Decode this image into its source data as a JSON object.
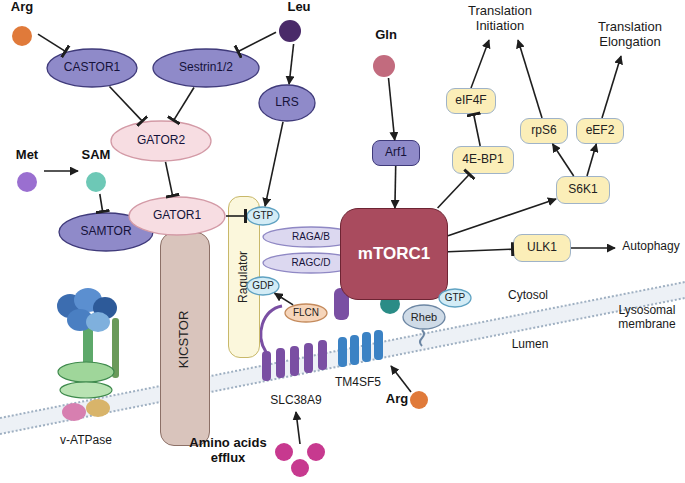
{
  "diagram": {
    "nodes": [
      {
        "text": [
          "Arg"
        ]
      },
      {
        "text": [
          "CASTOR1"
        ]
      },
      {
        "text": [
          "Sestrin1/2"
        ]
      },
      {
        "text": [
          "Leu"
        ]
      },
      {
        "text": [
          "LRS"
        ]
      },
      {
        "text": [
          "Gln"
        ]
      },
      {
        "text": [
          "Arf1"
        ]
      },
      {
        "text": [
          "GATOR2"
        ]
      },
      {
        "text": [
          "Met"
        ]
      },
      {
        "text": [
          "SAM"
        ]
      },
      {
        "text": [
          "SAMTOR"
        ]
      },
      {
        "text": [
          "GATOR1"
        ]
      },
      {
        "text": [
          "KICSTOR"
        ]
      },
      {
        "text": [
          "Ragulator"
        ]
      },
      {
        "text": [
          "GTP"
        ]
      },
      {
        "text": [
          "RAGA/B"
        ]
      },
      {
        "text": [
          "RAGC/D"
        ]
      },
      {
        "text": [
          "GDP"
        ]
      },
      {
        "text": [
          "FLCN"
        ]
      },
      {
        "text": [
          "mTORC1"
        ]
      },
      {
        "text": [
          "Rheb"
        ]
      },
      {
        "text": [
          "GTP"
        ]
      },
      {
        "text": [
          "4E-BP1"
        ]
      },
      {
        "text": [
          "eIF4F"
        ]
      },
      {
        "text": [
          "rpS6"
        ]
      },
      {
        "text": [
          "S6K1"
        ]
      },
      {
        "text": [
          "eEF2"
        ]
      },
      {
        "text": [
          "ULK1"
        ]
      },
      {
        "text": [
          "Arg"
        ]
      },
      {
        "text": [
          "Amino acids efflux"
        ]
      }
    ],
    "edges": [
      {
        "from": 0,
        "to": 1,
        "arrow": "to"
      },
      {
        "from": 1,
        "to": 7,
        "arrow": "to"
      },
      {
        "from": 2,
        "to": 7,
        "arrow": "to"
      },
      {
        "from": 3,
        "to": 2,
        "arrow": "to"
      },
      {
        "from": 3,
        "to": 4,
        "arrow": "to"
      },
      {
        "from": 4,
        "to": 14,
        "arrow": "to"
      },
      {
        "from": 5,
        "to": 6,
        "arrow": "to"
      },
      {
        "from": 6,
        "to": 19,
        "arrow": "to"
      },
      {
        "from": 7,
        "to": 11,
        "arrow": "to"
      },
      {
        "from": 8,
        "to": 9,
        "arrow": "to"
      },
      {
        "from": 9,
        "to": 10,
        "arrow": "to"
      },
      {
        "from": 11,
        "to": 14,
        "arrow": "to"
      },
      {
        "from": 18,
        "to": 17,
        "arrow": "to"
      },
      {
        "from": 19,
        "to": 22,
        "arrow": "to"
      },
      {
        "from": 22,
        "to": 23,
        "arrow": "to"
      },
      {
        "from": 19,
        "to": 25,
        "arrow": "to"
      },
      {
        "from": 25,
        "to": 24,
        "arrow": "to"
      },
      {
        "from": 25,
        "to": 26,
        "arrow": "to"
      },
      {
        "from": 19,
        "to": 27,
        "arrow": "to"
      }
    ],
    "labels": [
      "Translation Initiation",
      "Translation Elongation",
      "Autophagy",
      "Cytosol",
      "Lysosomal membrane",
      "Lumen",
      "v-ATPase",
      "SLC38A9",
      "TM4SF5"
    ]
  }
}
